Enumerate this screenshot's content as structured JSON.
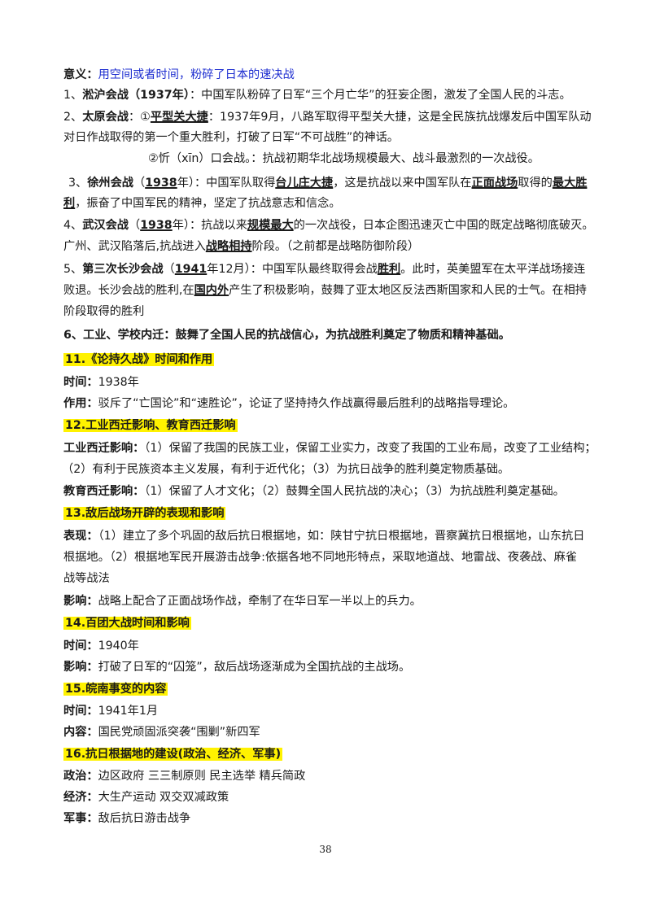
{
  "sec_meaning": {
    "label": "意义：",
    "text": "用空间或者时间，粉碎了日本的速决战",
    "l1_pre": "1、",
    "l1_name": "淞沪会战",
    "l1_year": "（1937年）",
    "l1_text": "：中国军队粉碎了日军“三个月亡华”的狂妄企图，激发了全国人民的斗志。",
    "l2_pre": "2、",
    "l2_name": "太原会战",
    "l2_colon": "：①",
    "l2_bold": "平型关大捷",
    "l2_text": "：1937年9月，八路军取得平型关大捷，这是全民族抗战爆发后中国军队动",
    "l2b_text": "对日作战取得的第一个重大胜利，打破了日军“不可战胜”的神话。",
    "l2c_text": "②忻（xīn）口会战。：抗战初期华北战场规模最大、战斗最激烈的一次战役。",
    "l3_pre": "3、",
    "l3_name": "徐州会战",
    "l3_p1": "（",
    "l3_year": "1938",
    "l3_p2": "年）：中国军队取得",
    "l3_b1": "台儿庄大捷",
    "l3_p3": "，这是抗战以来中国军队在",
    "l3_b2": "正面战场",
    "l3_p4": "取得的",
    "l3_b3": "最大胜",
    "l3b_b": "利",
    "l3b_text": "，振奋了中国军民的精神，坚定了抗战意志和信念。",
    "l4_pre": "4、",
    "l4_name": "武汉会战",
    "l4_p1": "（",
    "l4_year": "1938",
    "l4_p2": "年）：抗战以来",
    "l4_b": "规模最大",
    "l4_p3": "的一次战役，日本企图迅速灭亡中国的既定战略彻底破灭。",
    "l4b_p1": "广州、武汉陷落后,抗战进入",
    "l4b_b": "战略相持",
    "l4b_p2": "阶段。（之前都是战略防御阶段）",
    "l5_pre": "5、",
    "l5_name": "第三次长沙会战",
    "l5_p1": "（",
    "l5_year": "1941",
    "l5_p2": "年12月）：中国军队最终取得会战",
    "l5_b": "胜利",
    "l5_p3": "。此时，英美盟军在太平洋战场接连",
    "l5b_p1": "败退。长沙会战的胜利,在",
    "l5b_b": "国内外",
    "l5b_p2": "产生了积极影响，鼓舞了亚太地区反法西斯国家和人民的士气。在相持",
    "l5c_text": "阶段取得的胜利",
    "l6_text": "6、工业、学校内迁：鼓舞了全国人民的抗战信心，为抗战胜利奠定了物质和精神基础。"
  },
  "sec11": {
    "heading": "11.《论持久战》时间和作用",
    "time_label": "时间：",
    "time": "1938年",
    "role_label": "作用：",
    "role": "驳斥了“亡国论”和“速胜论”，论证了坚持持久作战赢得最后胜利的战略指导理论。"
  },
  "sec12": {
    "heading": "12.工业西迁影响、教育西迁影响",
    "ind_label": "工业西迁影响：",
    "ind_1": "（1）保留了我国的民族工业，保留工业实力，改变了我国的工业布局，改变了工业结构；",
    "ind_2": "（2）有利于民族资本主义发展，有利于近代化；（3）为抗日战争的胜利奠定物质基础。",
    "edu_label": "教育西迁影响：",
    "edu": "（1）保留了人才文化；（2）鼓舞全国人民抗战的决心；（3）为抗战胜利奠定基础。"
  },
  "sec13": {
    "heading": "13.敌后战场开辟的表现和影响",
    "show_label": "表现：",
    "show_1": "（1）建立了多个巩固的敌后抗日根据地，如：陕甘宁抗日根据地，晋察冀抗日根据地，山东抗日",
    "show_2": "根据地。（2）根据地军民开展游击战争:依据各地不同地形特点，采取地道战、地雷战、夜袭战、麻雀",
    "show_3": "战等战法",
    "effect_label": "影响：",
    "effect": "战略上配合了正面战场作战，牵制了在华日军一半以上的兵力。"
  },
  "sec14": {
    "heading": "14.百团大战时间和影响",
    "time_label": "时间：",
    "time": "1940年",
    "effect_label": "影响：",
    "effect": "打破了日军的“囚笼”，敌后战场逐渐成为全国抗战的主战场。"
  },
  "sec15": {
    "heading": "15.皖南事变的内容",
    "time_label": "时间：",
    "time": "1941年1月",
    "content_label": "内容：",
    "content": "国民党顽固派突袭“围剿”新四军"
  },
  "sec16": {
    "heading": "16.抗日根据地的建设(政治、经济、军事)",
    "pol_label": "政治：",
    "pol": "边区政府 三三制原则 民主选举 精兵简政",
    "eco_label": "经济：",
    "eco": "大生产运动 双交双减政策",
    "mil_label": "军事：",
    "mil": "敌后抗日游击战争"
  },
  "page_number": "38"
}
